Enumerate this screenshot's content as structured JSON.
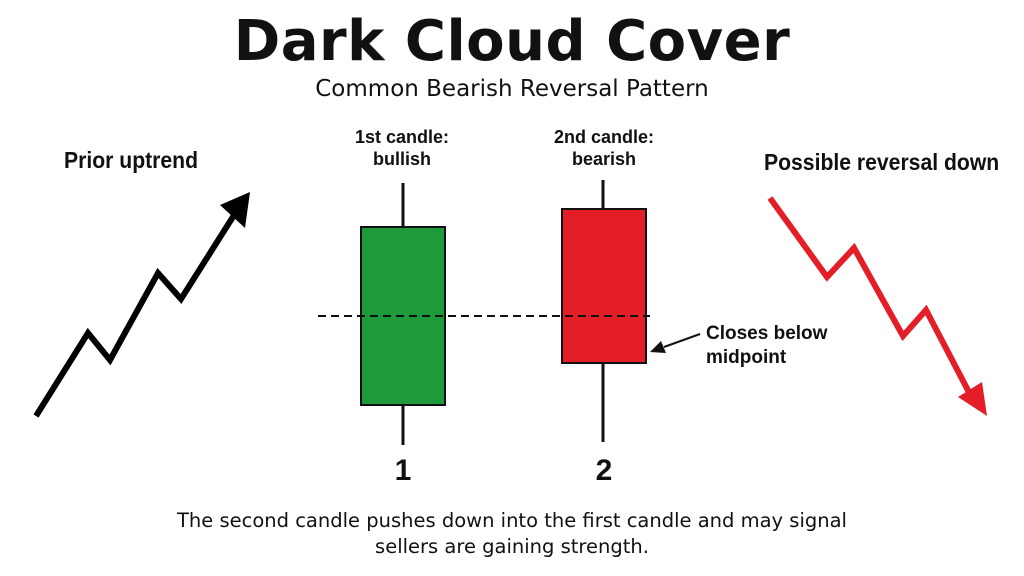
{
  "title": "Dark Cloud Cover",
  "subtitle": "Common Bearish Reversal Pattern",
  "left_label": "Prior uptrend",
  "right_label": "Possible reversal down",
  "candle1": {
    "label_line1": "1st candle:",
    "label_line2": "bullish",
    "number": "1",
    "color": "#1e9a3a"
  },
  "candle2": {
    "label_line1": "2nd candle:",
    "label_line2": "bearish",
    "number": "2",
    "color": "#e41e26"
  },
  "annotation": {
    "line1": "Closes below",
    "line2": "midpoint"
  },
  "footer": {
    "line1": "The second candle pushes down into the first candle and may signal",
    "line2": "sellers are gaining strength."
  },
  "colors": {
    "uptrend_arrow": "#000000",
    "downtrend_arrow": "#e41e26",
    "midpoint_line": "#111111"
  }
}
